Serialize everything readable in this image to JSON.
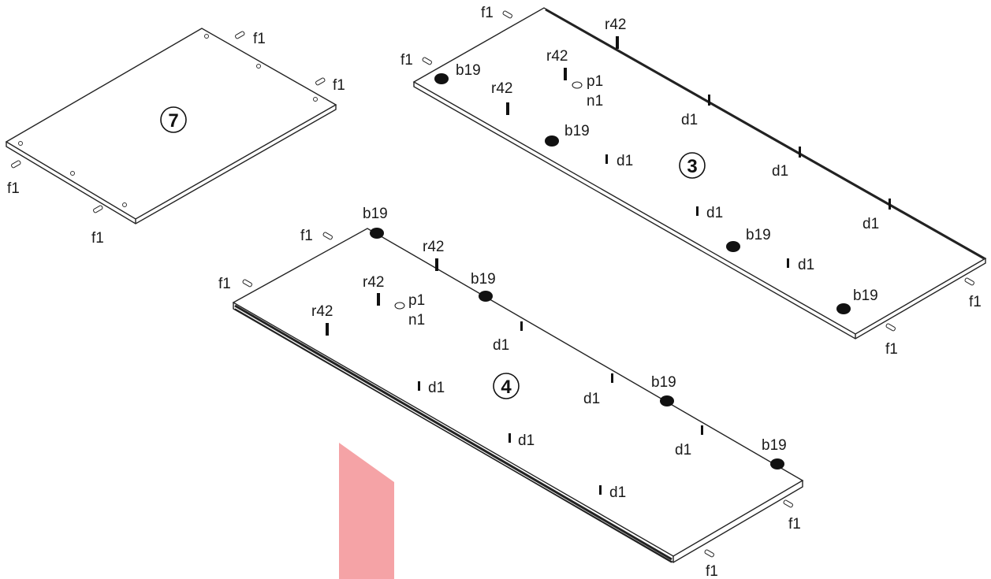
{
  "panels": [
    {
      "id": "7",
      "labels": [
        "f1",
        "f1",
        "f1",
        "f1"
      ]
    },
    {
      "id": "3",
      "labels": [
        "f1",
        "f1",
        "r42",
        "r42",
        "r42",
        "b19",
        "b19",
        "b19",
        "b19",
        "p1",
        "n1",
        "d1",
        "d1",
        "d1",
        "d1",
        "d1",
        "d1",
        "f1",
        "f1"
      ]
    },
    {
      "id": "4",
      "labels": [
        "b19",
        "f1",
        "f1",
        "r42",
        "r42",
        "r42",
        "p1",
        "n1",
        "b19",
        "d1",
        "d1",
        "d1",
        "d1",
        "d1",
        "d1",
        "b19",
        "b19",
        "f1",
        "f1"
      ]
    }
  ],
  "colors": {
    "accent": "#f5a3a6",
    "line": "#222222"
  }
}
